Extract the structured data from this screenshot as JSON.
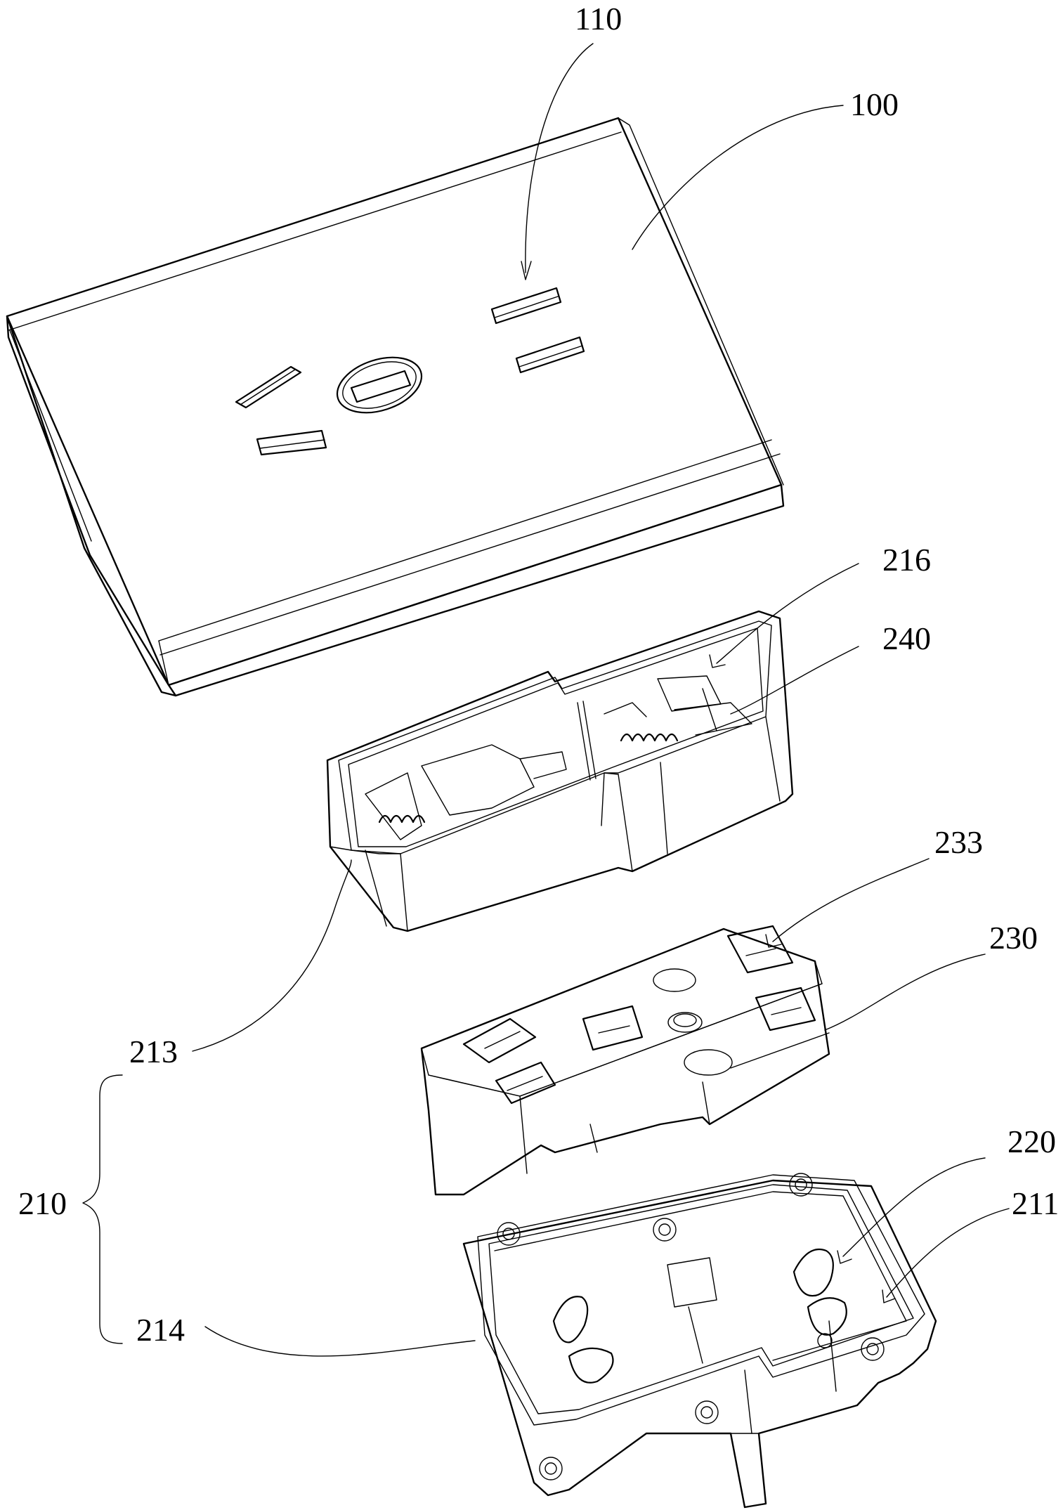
{
  "figure": {
    "labels": {
      "panel": "100",
      "jack": "110",
      "housing_assembly": "210",
      "base_shell": "211",
      "upper_shell": "213",
      "lower_shell": "214",
      "partition": "216",
      "conductive_part": "220",
      "carrier": "230",
      "carrier_block": "233",
      "protective_door": "240"
    }
  }
}
